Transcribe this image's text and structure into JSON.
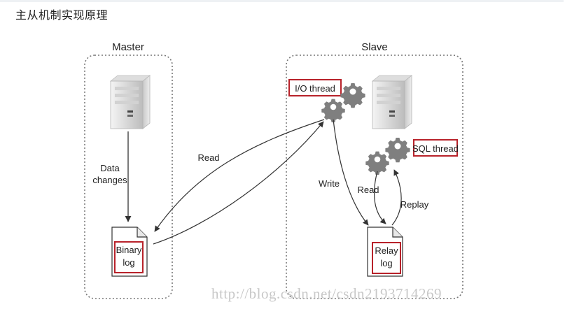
{
  "page": {
    "title": "主从机制实现原理"
  },
  "diagram": {
    "master": {
      "title": "Master",
      "data_changes_line1": "Data",
      "data_changes_line2": "changes",
      "binary_log_line1": "Binary",
      "binary_log_line2": "log"
    },
    "slave": {
      "title": "Slave",
      "io_thread": "I/O thread",
      "sql_thread": "SQL thread",
      "relay_log_line1": "Relay",
      "relay_log_line2": "log"
    },
    "arrows": {
      "read_master": "Read",
      "write": "Write",
      "read_relay": "Read",
      "replay": "Replay"
    },
    "watermark": "http://blog.csdn.net/csdn2193714269"
  },
  "colors": {
    "highlight_box": "#b8222a",
    "gear": "#7f7f7f",
    "arrow": "#333333"
  }
}
